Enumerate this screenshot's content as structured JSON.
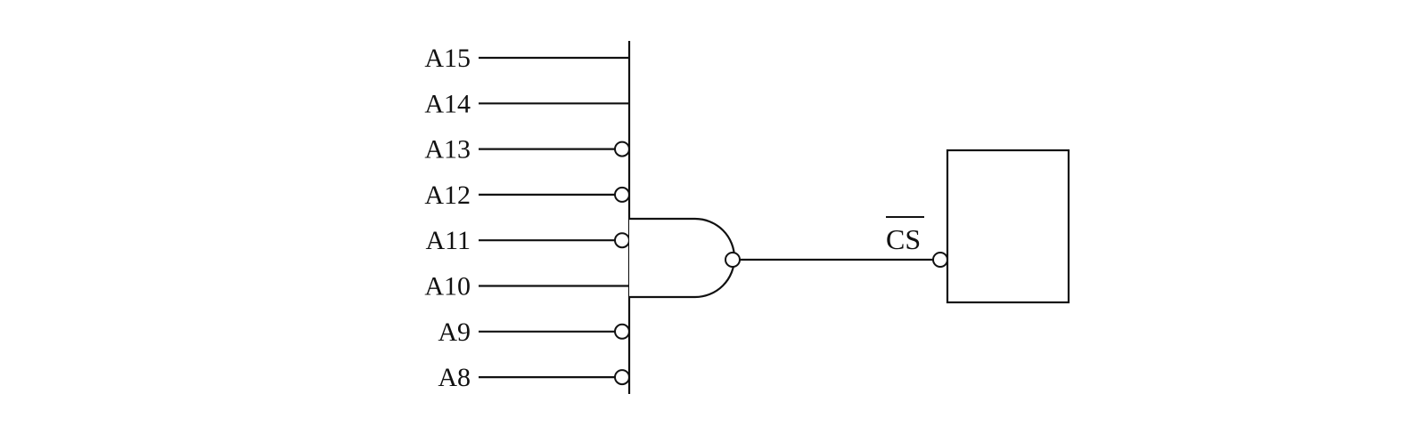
{
  "address_lines": [
    {
      "label": "A15",
      "inverted": false
    },
    {
      "label": "A14",
      "inverted": false
    },
    {
      "label": "A13",
      "inverted": true
    },
    {
      "label": "A12",
      "inverted": true
    },
    {
      "label": "A11",
      "inverted": true
    },
    {
      "label": "A10",
      "inverted": false
    },
    {
      "label": "A9",
      "inverted": true
    },
    {
      "label": "A8",
      "inverted": true
    }
  ],
  "gate": {
    "type": "NAND",
    "output_inverted": true
  },
  "output_signal": {
    "label": "CS",
    "overbar": true
  },
  "chip": {
    "input_inverted": true
  }
}
